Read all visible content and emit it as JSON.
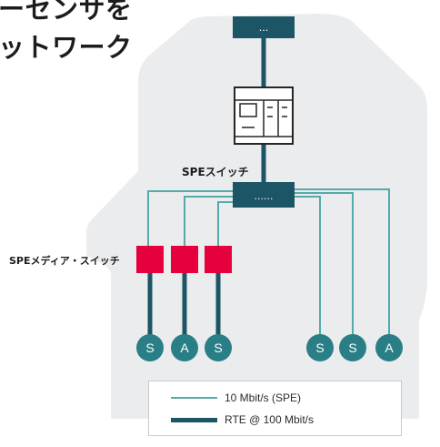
{
  "title": {
    "line1": "ーセンサを",
    "line2": "ットワーク"
  },
  "top_device_label": "...",
  "spe_switch": {
    "label": "SPEスイッチ",
    "box_text": "......"
  },
  "media_switch_label": "SPEメディア・スイッチ",
  "nodes": [
    "S",
    "A",
    "S",
    "S",
    "S",
    "A"
  ],
  "legend": {
    "spe": "10 Mbit/s (SPE)",
    "rte": "RTE @ 100 Mbit/s"
  },
  "colors": {
    "background_shape": "#ebeced",
    "spe_line": "#56aaaa",
    "rte_line": "#1c5565",
    "node": "#2a7f86",
    "media_switch": "#e6003e"
  },
  "icons": {
    "controller": "plc-controller-icon"
  }
}
